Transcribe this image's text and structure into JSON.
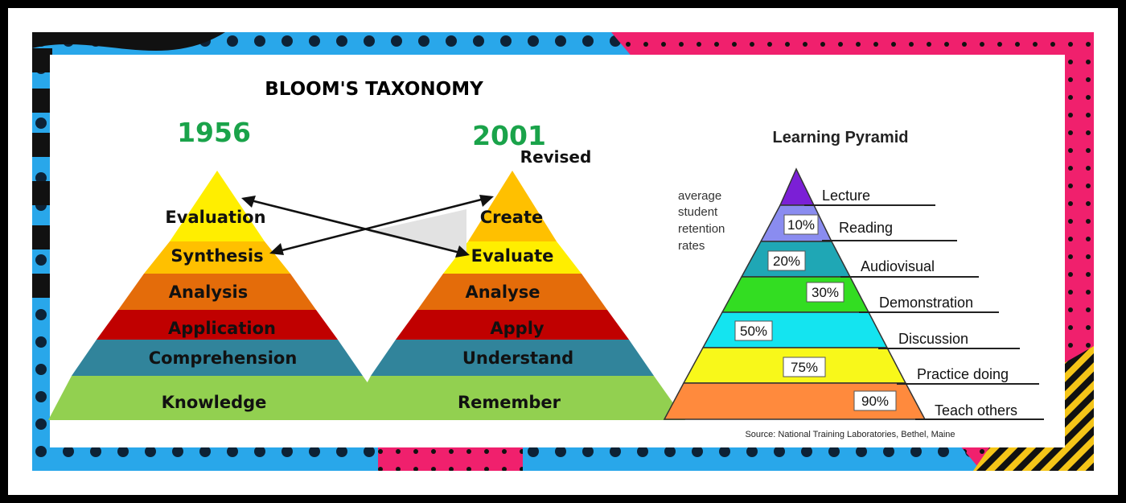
{
  "title": "BLOOM'S TAXONOMY",
  "pyramid_1956": {
    "year": "1956",
    "levels": [
      "Evaluation",
      "Synthesis",
      "Analysis",
      "Application",
      "Comprehension",
      "Knowledge"
    ]
  },
  "pyramid_2001": {
    "year": "2001",
    "note": "Revised",
    "levels": [
      "Create",
      "Evaluate",
      "Analyse",
      "Apply",
      "Understand",
      "Remember"
    ]
  },
  "learning_pyramid": {
    "title": "Learning Pyramid",
    "side_label": [
      "average",
      "student",
      "retention",
      "rates"
    ],
    "levels": [
      {
        "name": "Lecture",
        "percent": "",
        "color": "#7b1fd6"
      },
      {
        "name": "Reading",
        "percent": "10%",
        "color": "#8a8cf0"
      },
      {
        "name": "Audiovisual",
        "percent": "20%",
        "color": "#1fa7b5"
      },
      {
        "name": "Demonstration",
        "percent": "30%",
        "color": "#33dd22"
      },
      {
        "name": "Discussion",
        "percent": "50%",
        "color": "#14e4f0"
      },
      {
        "name": "Practice doing",
        "percent": "75%",
        "color": "#f8f81a"
      },
      {
        "name": "Teach others",
        "percent": "90%",
        "color": "#ff8a3d"
      }
    ],
    "source": "Source: National Training Laboratories, Bethel, Maine"
  },
  "colors": {
    "year": "#1aa34a",
    "bloom_bands": [
      "#ffee00",
      "#ffc000",
      "#e46c0a",
      "#c00000",
      "#31849b",
      "#92d050"
    ]
  }
}
